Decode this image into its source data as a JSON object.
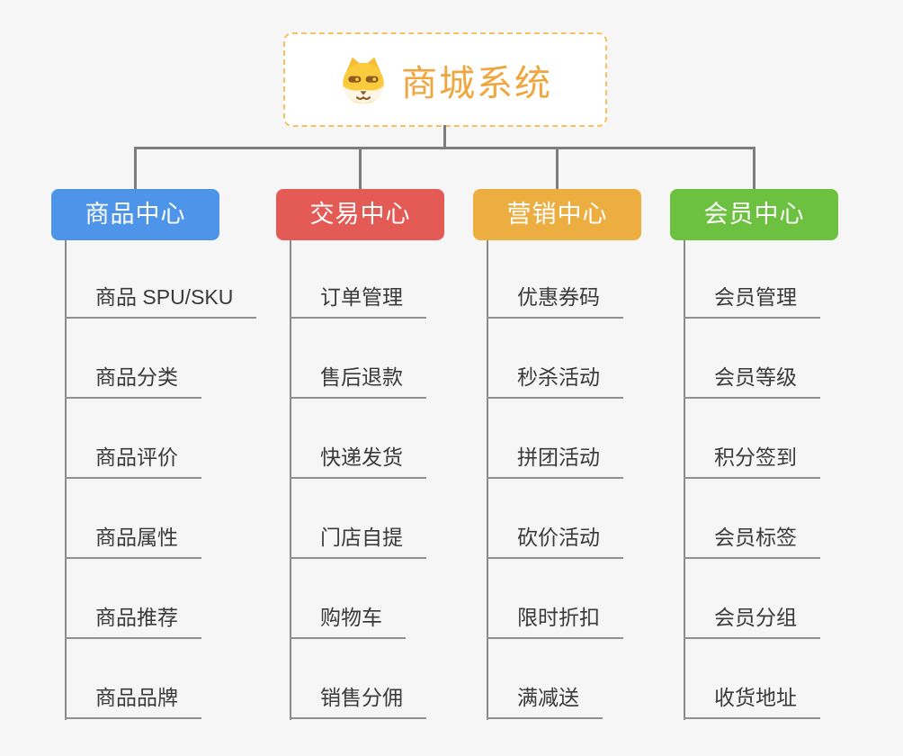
{
  "root": {
    "title": "商城系统",
    "icon": "doge-icon",
    "text_color": "#F0A63C",
    "border_color": "#F6C160"
  },
  "connectors": {
    "color": "#7d7d7d",
    "trunk_color": "#8a8a8a"
  },
  "branches": [
    {
      "label": "商品中心",
      "color": "#4E95EA",
      "children": [
        "商品 SPU/SKU",
        "商品分类",
        "商品评价",
        "商品属性",
        "商品推荐",
        "商品品牌"
      ]
    },
    {
      "label": "交易中心",
      "color": "#E45B55",
      "children": [
        "订单管理",
        "售后退款",
        "快递发货",
        "门店自提",
        "购物车",
        "销售分佣"
      ]
    },
    {
      "label": "营销中心",
      "color": "#ECAE40",
      "children": [
        "优惠券码",
        "秒杀活动",
        "拼团活动",
        "砍价活动",
        "限时折扣",
        "满减送"
      ]
    },
    {
      "label": "会员中心",
      "color": "#6DC140",
      "children": [
        "会员管理",
        "会员等级",
        "积分签到",
        "会员标签",
        "会员分组",
        "收货地址"
      ]
    }
  ]
}
